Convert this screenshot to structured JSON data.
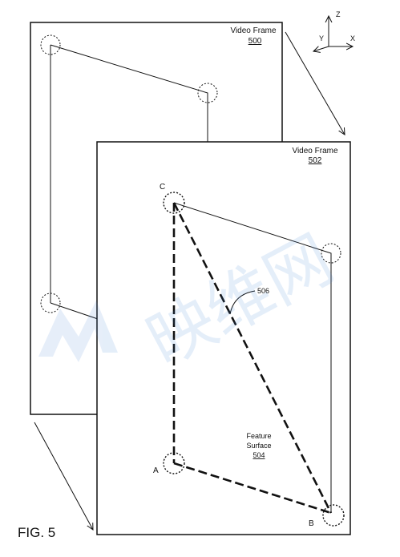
{
  "figure": {
    "label": "FIG. 5",
    "frame_back": {
      "title": "Video Frame",
      "ref": "500"
    },
    "frame_front": {
      "title": "Video Frame",
      "ref": "502"
    },
    "feature_surface": {
      "line1": "Feature",
      "line2": "Surface",
      "ref": "504"
    },
    "diagonal_ref": "506",
    "points": {
      "a": "A",
      "b": "B",
      "c": "C"
    },
    "axes": {
      "z": "Z",
      "y": "Y",
      "x": "X"
    },
    "watermark": "映维网",
    "colors": {
      "line": "#111111",
      "watermark": "#3b7fd4"
    }
  }
}
